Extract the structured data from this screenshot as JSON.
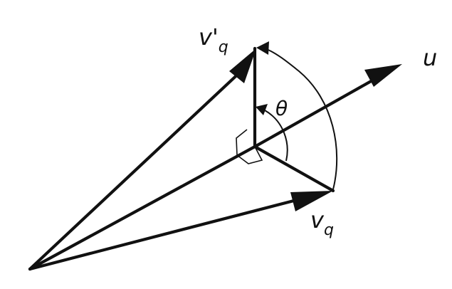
{
  "labels": {
    "v_prime_base": "v'",
    "v_prime_sub": "q",
    "u": "u",
    "theta": "θ",
    "v_base": "v",
    "v_sub": "q"
  },
  "colors": {
    "stroke": "#111111",
    "background": "#ffffff"
  }
}
